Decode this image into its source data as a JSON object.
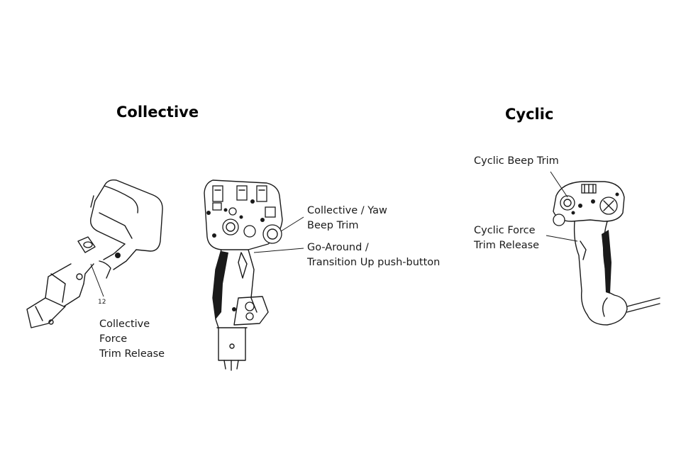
{
  "headings": {
    "collective": "Collective",
    "cyclic": "Cyclic"
  },
  "labels": {
    "collective_yaw_beep_trim": [
      "Collective / Yaw",
      "Beep Trim"
    ],
    "go_around": [
      "Go-Around /",
      "Transition Up push-button"
    ],
    "collective_force_trim_release": [
      "Collective",
      "Force",
      "Trim Release"
    ],
    "cyclic_beep_trim": "Cyclic Beep Trim",
    "cyclic_force_trim_release": [
      "Cyclic Force",
      "Trim Release"
    ],
    "part_number": "12"
  }
}
